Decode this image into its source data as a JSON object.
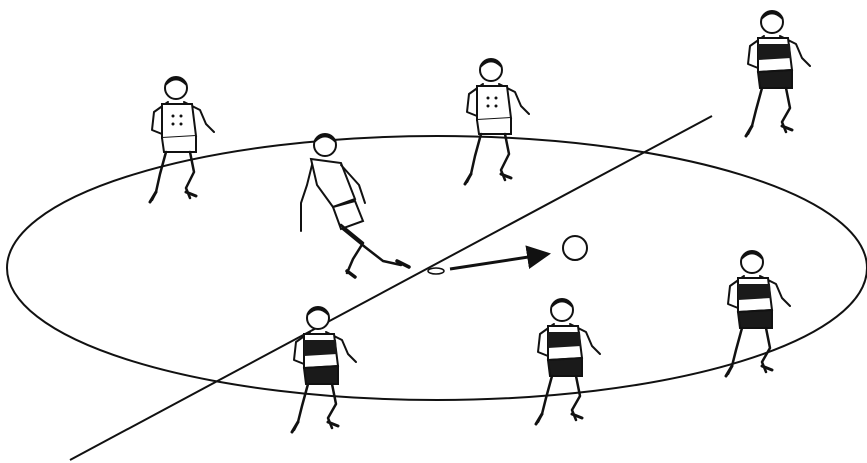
{
  "colors": {
    "ink": "#111111",
    "paper": "#ffffff",
    "shirt_light": "#ffffff",
    "shirt_dark": "#1a1a1a"
  },
  "players": [
    {
      "id": "player-white-topleft",
      "team": "white",
      "pose": "running"
    },
    {
      "id": "player-white-passer",
      "team": "white",
      "pose": "kicking"
    },
    {
      "id": "player-white-topcenter",
      "team": "white",
      "pose": "running"
    },
    {
      "id": "player-dark-topright",
      "team": "dark",
      "pose": "running"
    },
    {
      "id": "player-dark-bottomleft",
      "team": "dark",
      "pose": "running"
    },
    {
      "id": "player-dark-bottomcenter",
      "team": "dark",
      "pose": "running"
    },
    {
      "id": "player-dark-right",
      "team": "dark",
      "pose": "running"
    }
  ],
  "objects": {
    "ball": "ball",
    "pass_arrow": "arrow-right",
    "dividing_line": "diagonal-line",
    "circle": "ellipse-area"
  }
}
